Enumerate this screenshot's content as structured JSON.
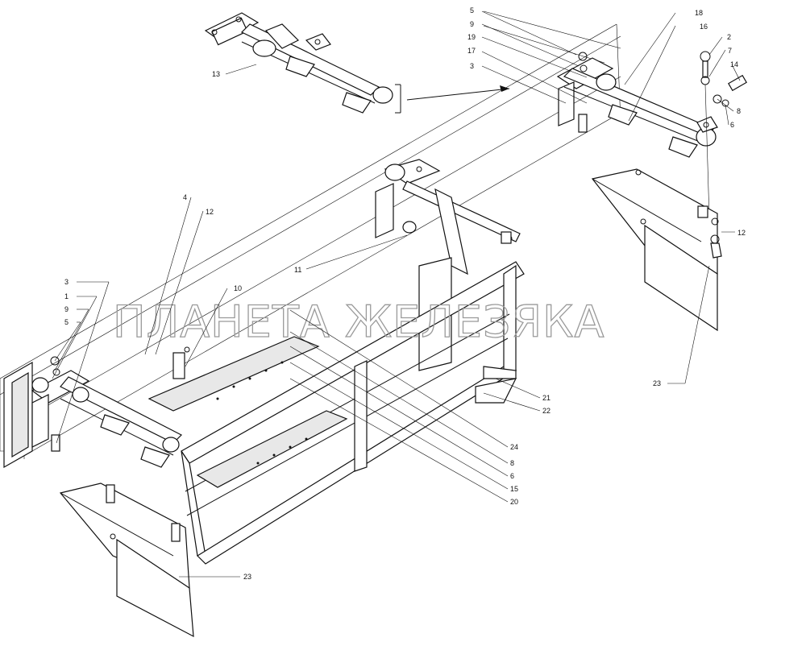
{
  "watermark": "ПЛАНЕТА ЖЕЛЕЗЯКА",
  "callouts": [
    {
      "id": "c-13",
      "text": "13"
    },
    {
      "id": "c-5-top",
      "text": "5"
    },
    {
      "id": "c-9-top",
      "text": "9"
    },
    {
      "id": "c-19",
      "text": "19"
    },
    {
      "id": "c-17",
      "text": "17"
    },
    {
      "id": "c-3-top",
      "text": "3"
    },
    {
      "id": "c-18",
      "text": "18"
    },
    {
      "id": "c-16",
      "text": "16"
    },
    {
      "id": "c-2",
      "text": "2"
    },
    {
      "id": "c-7",
      "text": "7"
    },
    {
      "id": "c-14",
      "text": "14"
    },
    {
      "id": "c-8-right",
      "text": "8"
    },
    {
      "id": "c-6-right",
      "text": "6"
    },
    {
      "id": "c-12-right",
      "text": "12"
    },
    {
      "id": "c-4",
      "text": "4"
    },
    {
      "id": "c-12-mid",
      "text": "12"
    },
    {
      "id": "c-11",
      "text": "11"
    },
    {
      "id": "c-10",
      "text": "10"
    },
    {
      "id": "c-3-left",
      "text": "3"
    },
    {
      "id": "c-1",
      "text": "1"
    },
    {
      "id": "c-9-left",
      "text": "9"
    },
    {
      "id": "c-5-left",
      "text": "5"
    },
    {
      "id": "c-23-right",
      "text": "23"
    },
    {
      "id": "c-21",
      "text": "21"
    },
    {
      "id": "c-22",
      "text": "22"
    },
    {
      "id": "c-24",
      "text": "24"
    },
    {
      "id": "c-8-bottom",
      "text": "8"
    },
    {
      "id": "c-6-bottom",
      "text": "6"
    },
    {
      "id": "c-15",
      "text": "15"
    },
    {
      "id": "c-20",
      "text": "20"
    },
    {
      "id": "c-23-bottom",
      "text": "23"
    }
  ]
}
